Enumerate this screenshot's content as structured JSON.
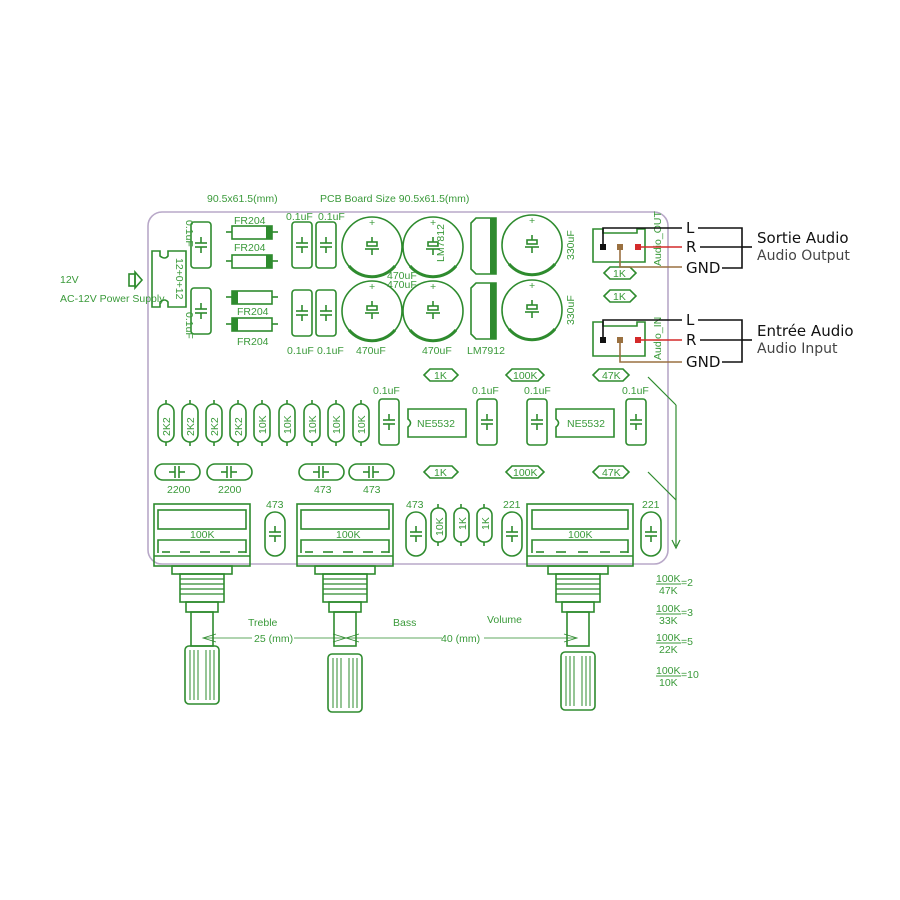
{
  "header": {
    "left_dim": "90.5x61.5(mm)",
    "board_size": "PCB Board Size  90.5x61.5(mm)"
  },
  "power": {
    "voltage": "12V",
    "supply_label": "AC-12V Power Supply",
    "connector_label": "12+0+12"
  },
  "components": {
    "cap_01uf": "0.1uF",
    "diode": "FR204",
    "cap_470uf": "470uF",
    "cap_330uf": "330uF",
    "reg_pos": "LM7812",
    "reg_neg": "LM7912",
    "res_1k": "1K",
    "res_100k": "100K",
    "res_47k": "47K",
    "res_2k2": "2K2",
    "res_10k": "10K",
    "opamp": "NE5532",
    "cap_2200": "2200",
    "cap_473": "473",
    "cap_221": "221",
    "pot_100k": "100K",
    "audio_out_header": "Audio_OUT",
    "audio_in_header": "Audio_IN"
  },
  "audio_output": {
    "pins": [
      "L",
      "R",
      "GND"
    ],
    "title_fr": "Sortie Audio",
    "title_en": "Audio Output"
  },
  "audio_input": {
    "pins": [
      "L",
      "R",
      "GND"
    ],
    "title_fr": "Entrée Audio",
    "title_en": "Audio Input"
  },
  "controls": {
    "treble": "Treble",
    "bass": "Bass",
    "volume": "Volume",
    "spacing_1": "25 (mm)",
    "spacing_2": "40 (mm)"
  },
  "gain_table": [
    {
      "num": "100K",
      "den": "47K",
      "result": "=2"
    },
    {
      "num": "100K",
      "den": "33K",
      "result": "=3"
    },
    {
      "num": "100K",
      "den": "22K",
      "result": "=5"
    },
    {
      "num": "100K",
      "den": "10K",
      "result": "=10"
    }
  ],
  "colors": {
    "trace_green": "#2e8b2e",
    "pin_L": "#111111",
    "pin_R": "#d42a2a",
    "pin_GND": "#9a7040",
    "board_outline": "#b8a8c8"
  }
}
